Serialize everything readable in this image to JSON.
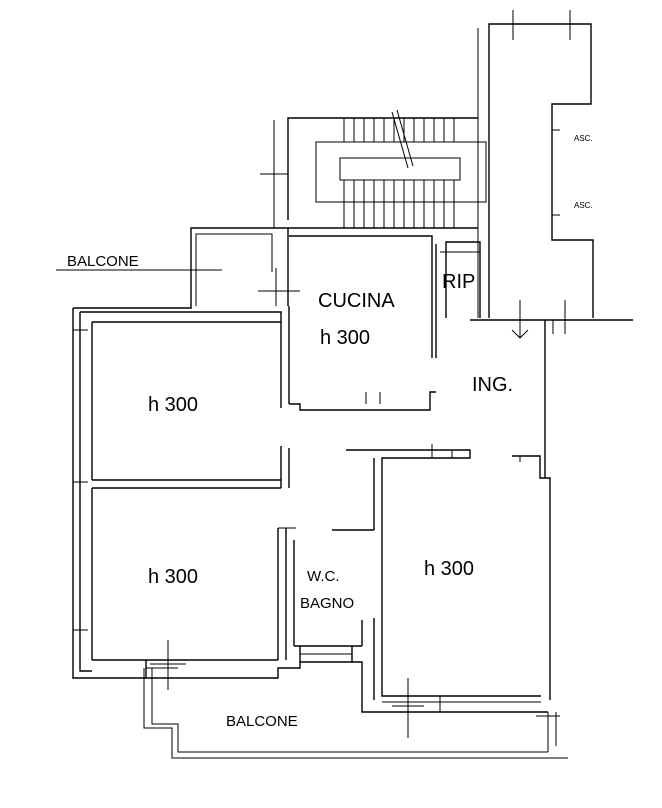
{
  "labels": {
    "balcone_top": "BALCONE",
    "cucina": "CUCINA",
    "cucina_h": "h 300",
    "rip": "RIP",
    "ing": "ING.",
    "room_upper_left": "h 300",
    "room_lower_left": "h 300",
    "wc": "W.C.",
    "bagno": "BAGNO",
    "room_right": "h 300",
    "balcone_bottom": "BALCONE",
    "asc_1": "ASC.",
    "asc_2": "ASC."
  }
}
